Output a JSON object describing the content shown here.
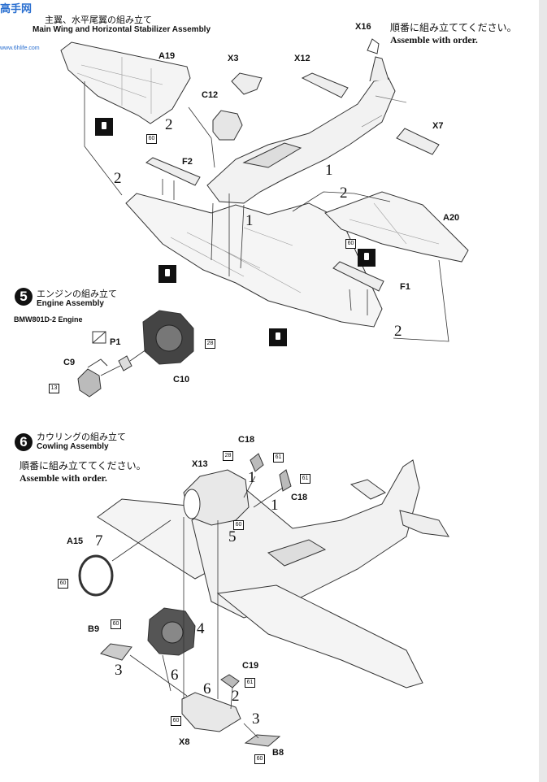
{
  "watermark": {
    "logo_text": "高手网",
    "url": "www.6hlife.com"
  },
  "step4": {
    "title_jp": "主翼、水平尾翼の組み立て",
    "title_en": "Main Wing and  Horizontal Stabilizer Assembly",
    "order_jp": "順番に組み立ててください。",
    "order_en": "Assemble with order."
  },
  "step5": {
    "number": "5",
    "title_jp": "エンジンの組み立て",
    "title_en": "Engine Assembly",
    "subtitle": "BMW801D-2 Engine"
  },
  "step6": {
    "number": "6",
    "title_jp": "カウリングの組み立て",
    "title_en": "Cowling Assembly",
    "order_jp": "順番に組み立ててください。",
    "order_en": "Assemble with order."
  },
  "parts": {
    "x16": "X16",
    "a19": "A19",
    "x3": "X3",
    "x12": "X12",
    "c12": "C12",
    "x7": "X7",
    "f2": "F2",
    "a20": "A20",
    "f1": "F1",
    "p1": "P1",
    "c9": "C9",
    "c10": "C10",
    "c18a": "C18",
    "c18b": "C18",
    "x13": "X13",
    "a15": "A15",
    "b9": "B9",
    "c19": "C19",
    "x8": "X8",
    "b8": "B8"
  },
  "paint_codes": {
    "p60a": "60",
    "p60b": "60",
    "p28a": "28",
    "p13": "13",
    "p28b": "28",
    "p61a": "61",
    "p61b": "61",
    "p60c": "60",
    "p60d": "60",
    "p60e": "60",
    "p61c": "61",
    "p60f": "60",
    "p60g": "60"
  },
  "sequence_numbers": {
    "s4_2a": "2",
    "s4_2b": "2",
    "s4_1a": "1",
    "s4_1b": "1",
    "s4_2c": "2",
    "s4_2d": "2",
    "s6_1a": "1",
    "s6_1b": "1",
    "s6_7": "7",
    "s6_5": "5",
    "s6_4": "4",
    "s6_3a": "3",
    "s6_6a": "6",
    "s6_6b": "6",
    "s6_2": "2",
    "s6_3b": "3"
  }
}
